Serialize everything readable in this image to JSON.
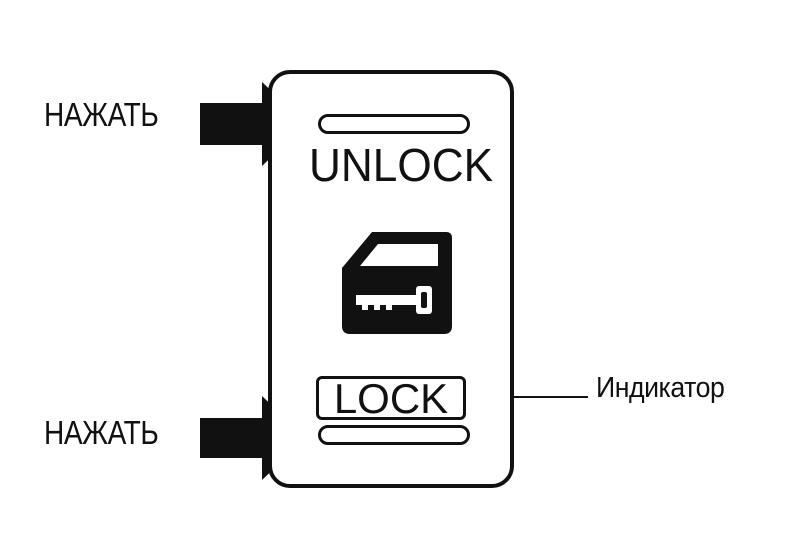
{
  "labels": {
    "push_top": "НАЖАТЬ",
    "push_bottom": "НАЖАТЬ",
    "indicator": "Индикатор"
  },
  "switch": {
    "unlock_label": "UNLOCK",
    "lock_label": "LOCK",
    "center_icon": "door-key-icon"
  },
  "colors": {
    "ink": "#111111",
    "background": "#ffffff"
  }
}
